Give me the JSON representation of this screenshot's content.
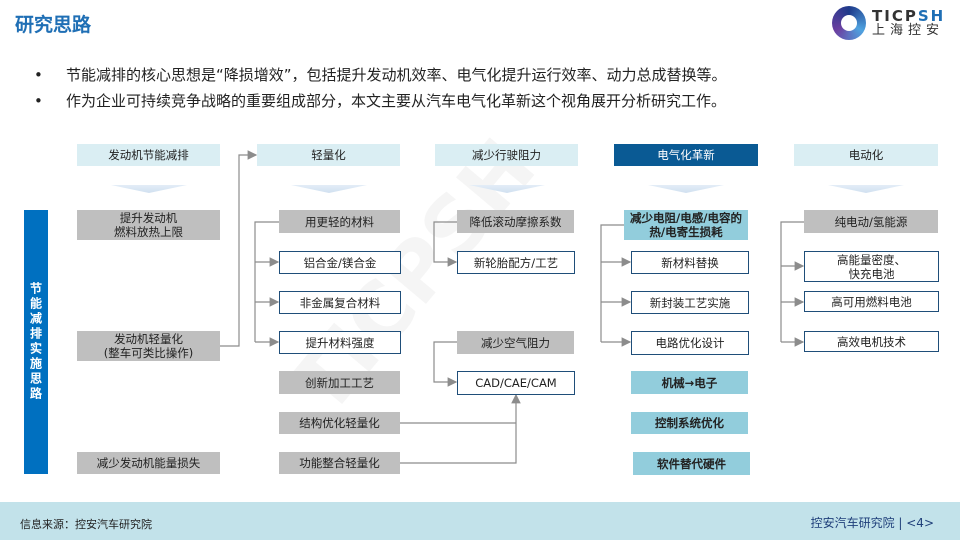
{
  "title": "研究思路",
  "logo": {
    "en_a": "TICP",
    "en_b": "SH",
    "cn": "上海控安"
  },
  "bullets": [
    "节能减排的核心思想是“降损增效”，包括提升发动机效率、电气化提升运行效率、动力总成替换等。",
    "作为企业可持续竞争战略的重要组成部分，本文主要从汽车电气化革新这个视角展开分析研究工作。"
  ],
  "side_label": "节能减排实施思路",
  "headers": [
    "发动机节能减排",
    "轻量化",
    "减少行驶阻力",
    "电气化革新",
    "电动化"
  ],
  "col1": [
    "提升发动机\n燃料放热上限",
    "发动机轻量化\n(整车可类比操作)",
    "减少发动机能量损失"
  ],
  "col2": [
    "用更轻的材料",
    "铝合金/镁合金",
    "非金属复合材料",
    "提升材料强度",
    "创新加工工艺",
    "结构优化轻量化",
    "功能整合轻量化"
  ],
  "col3": [
    "降低滚动摩擦系数",
    "新轮胎配方/工艺",
    "减少空气阻力",
    "CAD/CAE/CAM"
  ],
  "col4": [
    "减少电阻/电感/电容的热/电寄生损耗",
    "新材料替换",
    "新封装工艺实施",
    "电路优化设计",
    "机械→电子",
    "控制系统优化",
    "软件替代硬件"
  ],
  "col5": [
    "纯电动/氢能源",
    "高能量密度、\n快充电池",
    "高可用燃料电池",
    "高效电机技术"
  ],
  "footer": {
    "source": "信息来源：控安汽车研究院",
    "org": "控安汽车研究院 | <4>"
  }
}
